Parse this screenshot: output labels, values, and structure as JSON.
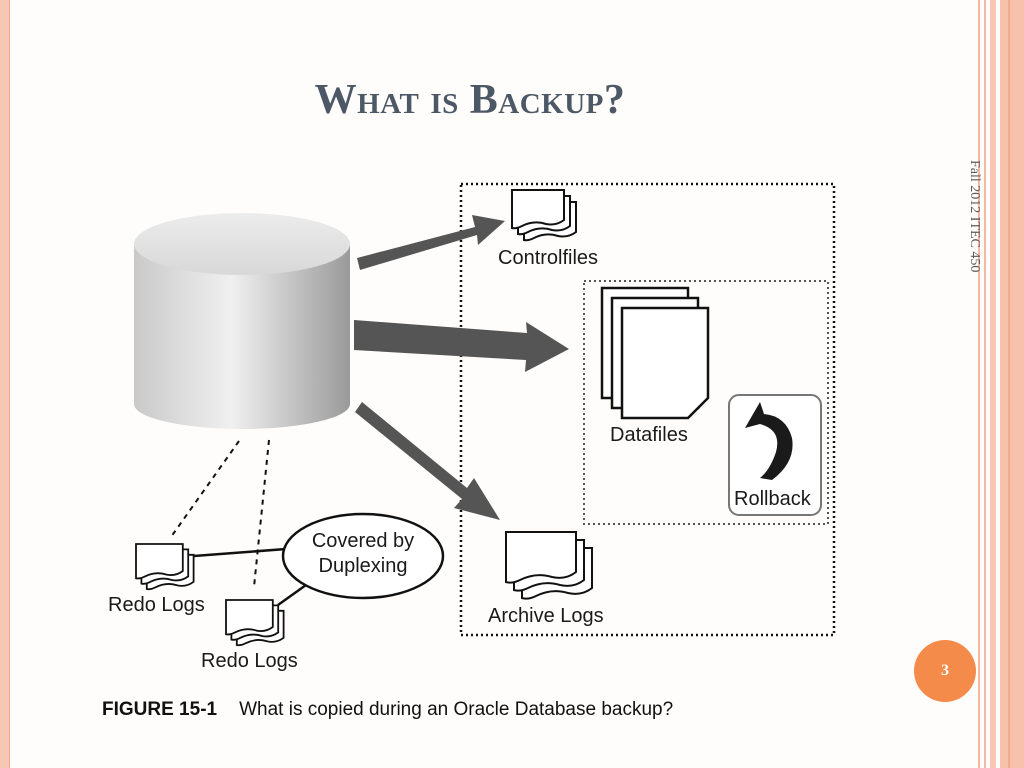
{
  "slide": {
    "title": "What is Backup?",
    "side_text": "Fall   2012     ITEC 450",
    "page_number": "3"
  },
  "diagram": {
    "labels": {
      "controlfiles": "Controlfiles",
      "datafiles": "Datafiles",
      "rollback": "Rollback",
      "archive_logs": "Archive Logs",
      "redo_logs_1": "Redo Logs",
      "redo_logs_2": "Redo Logs",
      "covered_line1": "Covered by",
      "covered_line2": "Duplexing"
    },
    "icons": [
      "database-cylinder-icon",
      "document-stack-icon",
      "rollback-arrow-icon"
    ]
  },
  "caption": {
    "figure_label": "FIGURE 15-1",
    "text": "What is copied during an Oracle Database backup?"
  },
  "colors": {
    "title": "#4d5866",
    "accent": "#f58b4b",
    "stripe": "#f7c7b4",
    "arrow": "#555555"
  }
}
